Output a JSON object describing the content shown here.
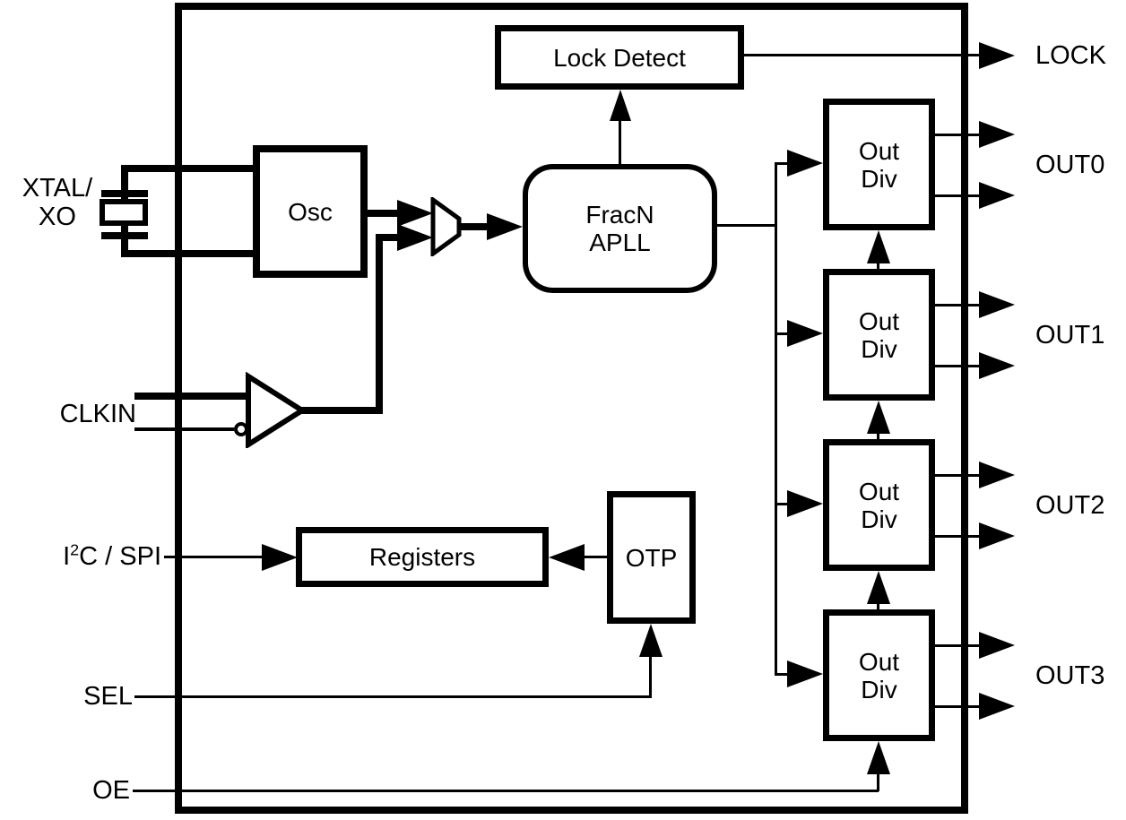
{
  "diagram": {
    "title_hint": "Clock generator block diagram",
    "colors": {
      "line": "#000000",
      "text": "#000000",
      "background": "#ffffff"
    },
    "blocks": {
      "lock_detect": "Lock Detect",
      "osc": "Osc",
      "apll": "FracN\nAPLL",
      "registers": "Registers",
      "otp": "OTP",
      "outdiv": "Out\nDiv"
    },
    "pins": {
      "xtal": "XTAL/\nXO",
      "clkin": "CLKIN",
      "i2c_pre": "I",
      "i2c_sup": "2",
      "i2c_post": "C / SPI",
      "sel": "SEL",
      "oe": "OE",
      "lock": "LOCK",
      "out0": "OUT0",
      "out1": "OUT1",
      "out2": "OUT2",
      "out3": "OUT3"
    }
  }
}
